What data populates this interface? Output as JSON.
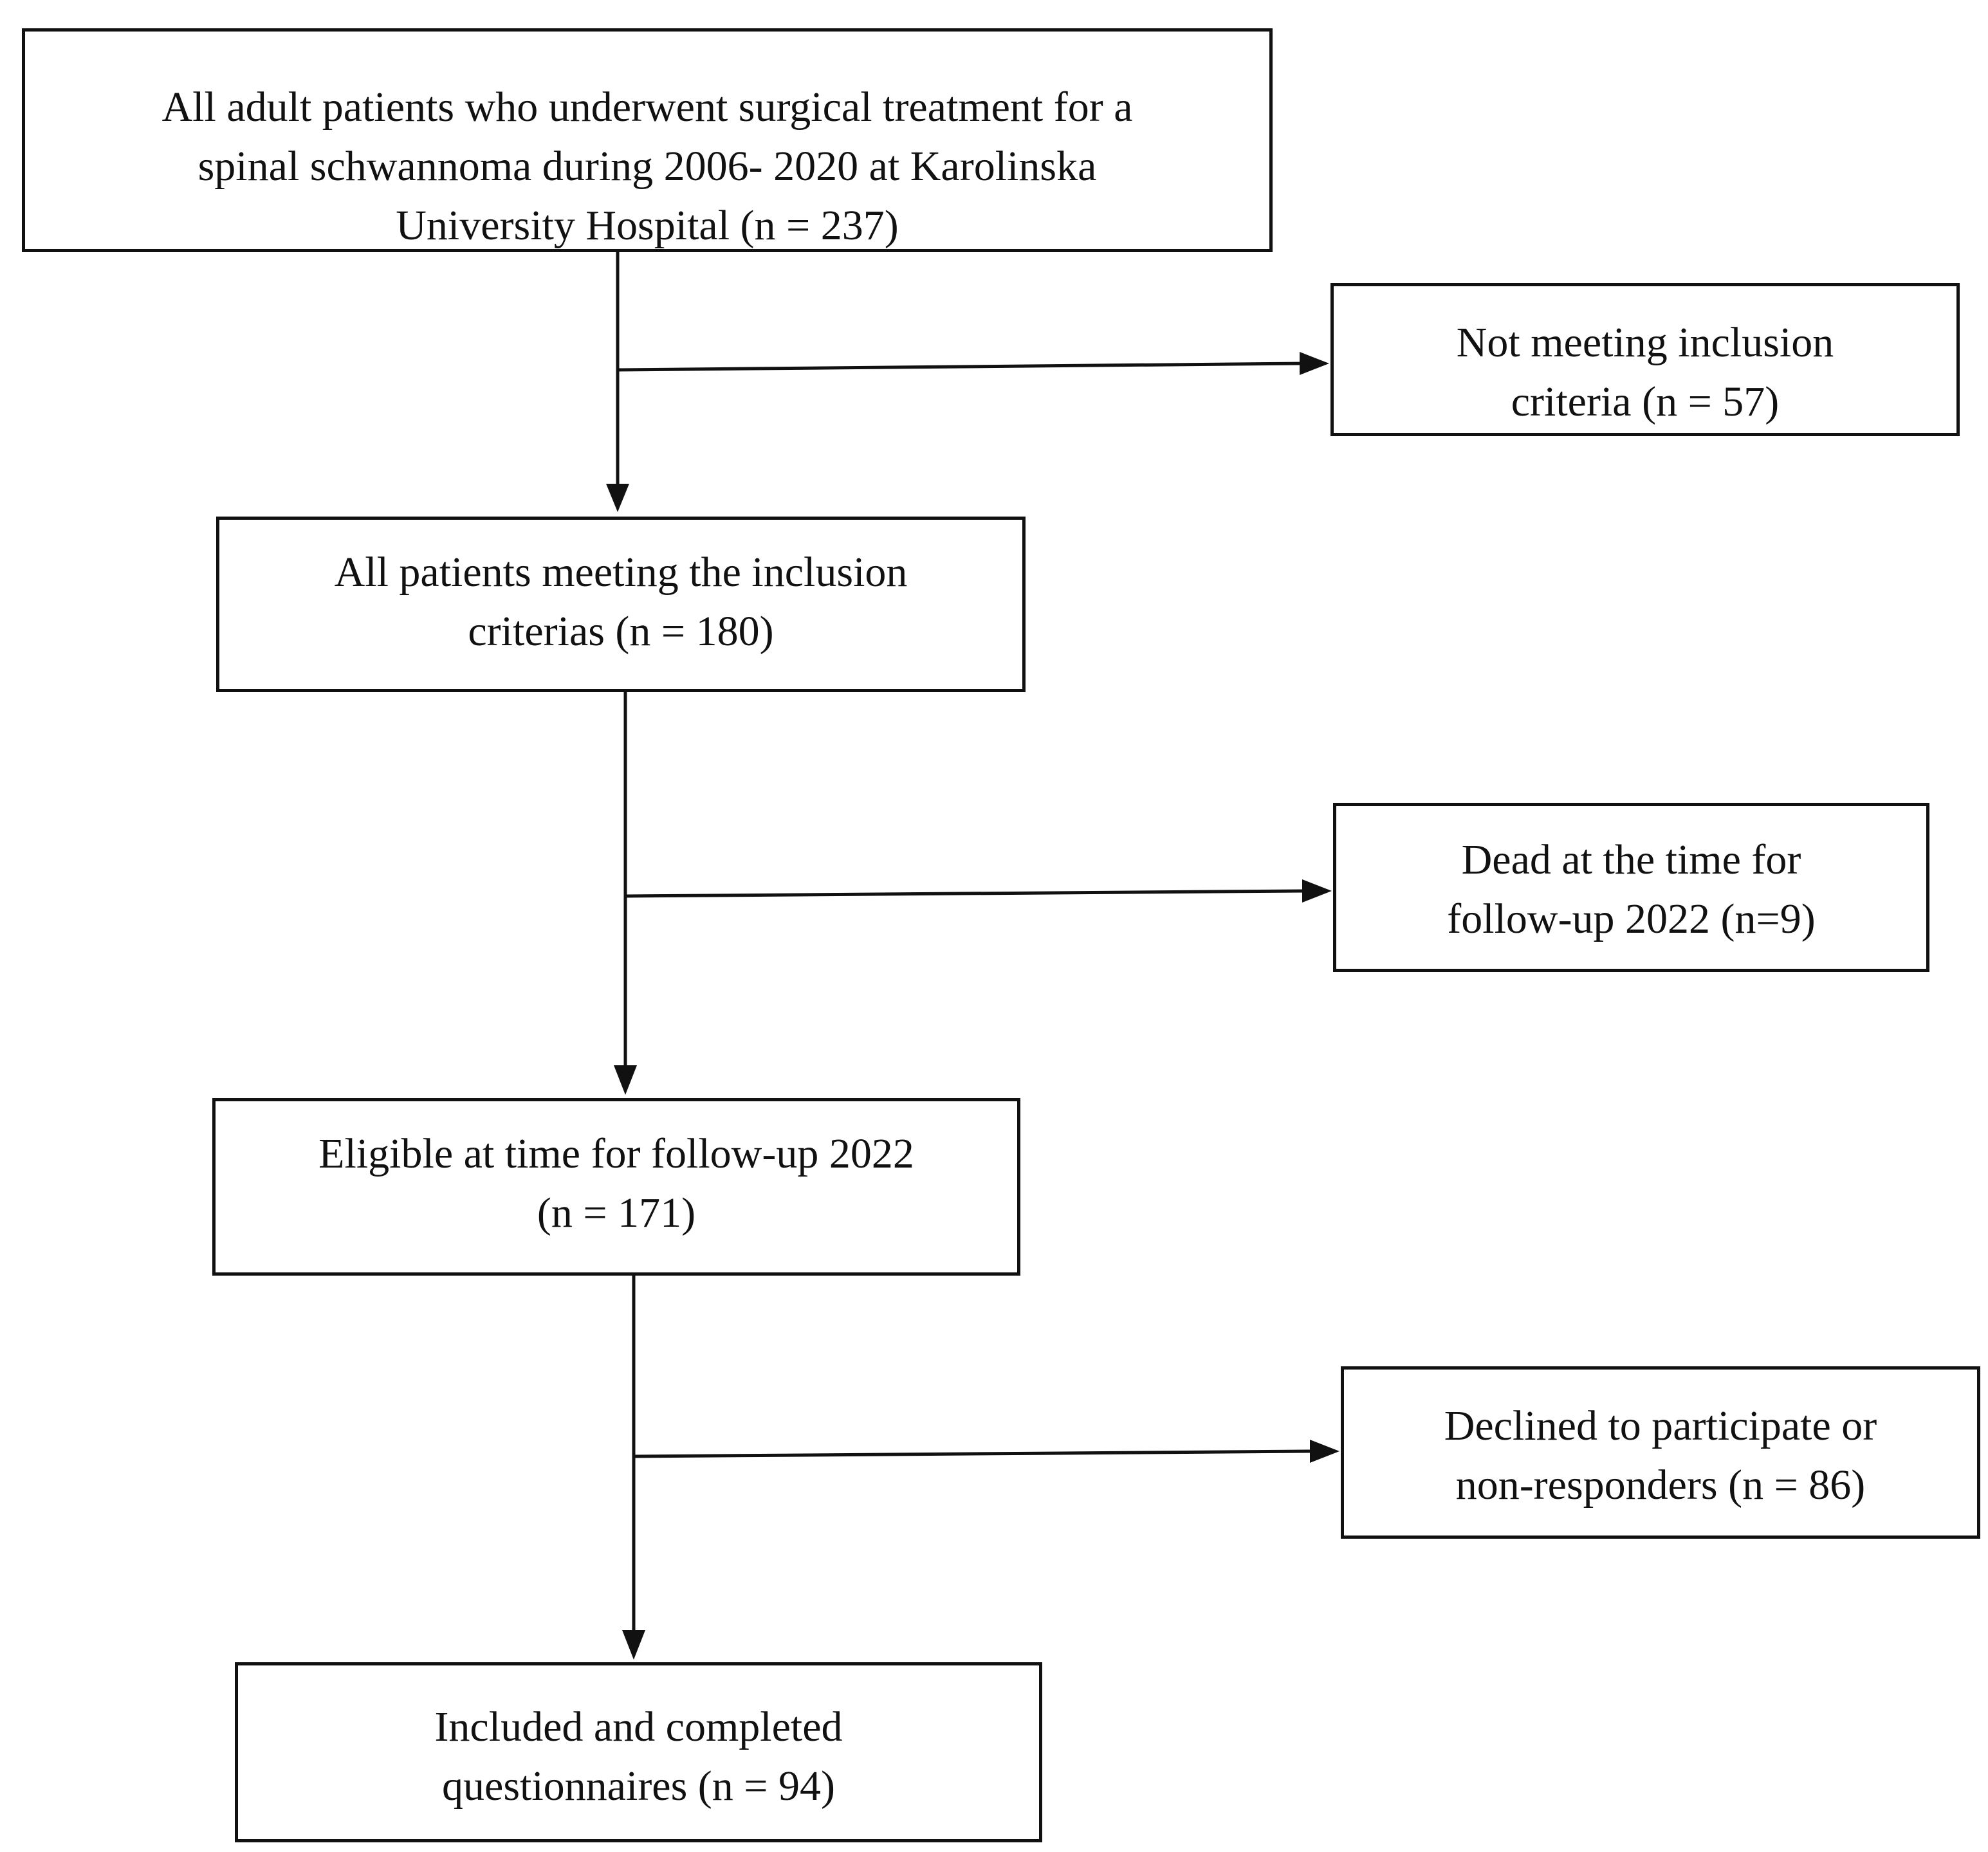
{
  "flowchart": {
    "boxes": {
      "total": {
        "lines": [
          "All adult patients who underwent surgical treatment for a",
          "spinal schwannoma during 2006- 2020 at Karolinska",
          "University Hospital (n = 237)"
        ]
      },
      "not_meeting_criteria": {
        "lines": [
          "Not meeting inclusion",
          "criteria (n = 57)"
        ]
      },
      "meeting_criteria": {
        "lines": [
          "All patients meeting the inclusion",
          "criterias (n = 180)"
        ]
      },
      "dead": {
        "lines": [
          "Dead at the time for",
          "follow-up 2022 (n=9)"
        ]
      },
      "eligible": {
        "lines": [
          "Eligible at time for follow-up 2022",
          "(n = 171)"
        ]
      },
      "declined": {
        "lines": [
          "Declined to participate or",
          "non-responders (n = 86)"
        ]
      },
      "final": {
        "lines": [
          "Included and completed",
          "questionnaires (n = 94)"
        ]
      }
    }
  }
}
